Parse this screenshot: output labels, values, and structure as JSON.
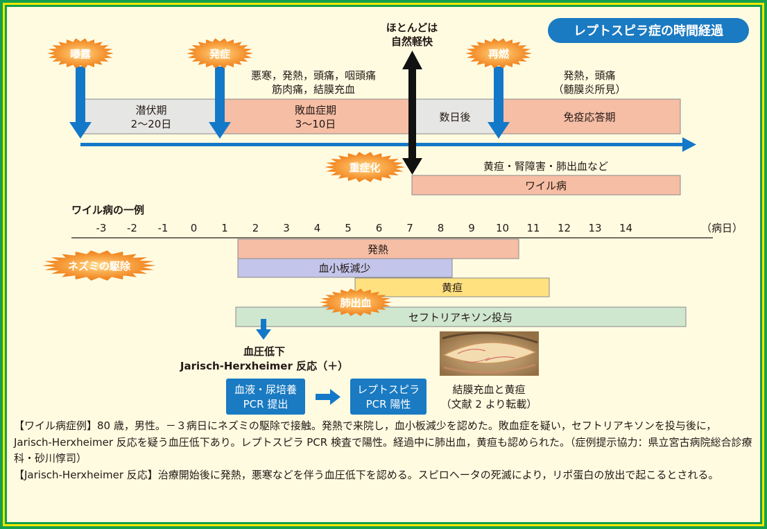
{
  "title": "レプトスピラ症の時間経過",
  "colors": {
    "border_green": "#14a04c",
    "border_yellow": "#f2e600",
    "background": "#fffbe1",
    "accent_blue": "#1478c8",
    "title_pill": "#1a7ac2",
    "sepsis_fill": "#f6bea5",
    "neutral_fill": "#e6e6e4",
    "thrombocytopenia_fill": "#c4c5ea",
    "jaundice_fill": "#ffe180",
    "antibiotic_fill": "#cfe6cf",
    "burst_orange": "#ef7d17"
  },
  "top_timeline": {
    "labels": {
      "exposure": "曝露",
      "onset": "発症",
      "relapse": "再燃",
      "severe": "重症化"
    },
    "symptoms_onset": [
      "悪寒，発熱，頭痛，咽頭痛",
      "筋肉痛，結膜充血"
    ],
    "spontaneous_recovery": [
      "ほとんどは",
      "自然軽快"
    ],
    "symptoms_relapse": [
      "発熱，頭痛",
      "（髄膜炎所見）"
    ],
    "incubation": [
      "潜伏期",
      "2〜20日"
    ],
    "septic_phase": [
      "敗血症期",
      "3〜10日"
    ],
    "days_later": "数日後",
    "immune_phase": "免疫応答期",
    "severe_symptoms": "黄疸・腎障害・肺出血など",
    "weil_disease": "ワイル病"
  },
  "case_timeline": {
    "heading": "ワイル病の一例",
    "day_ticks": [
      "-3",
      "-2",
      "-1",
      "0",
      "1",
      "2",
      "3",
      "4",
      "5",
      "6",
      "7",
      "8",
      "9",
      "10",
      "11",
      "12",
      "13",
      "14"
    ],
    "day_unit": "（病日）",
    "rat_extermination": "ネズミの駆除",
    "pulmonary_hemorrhage": "肺出血",
    "bars": {
      "fever": "発熱",
      "thrombocytopenia": "血小板減少",
      "jaundice": "黄疸",
      "ceftriaxone": "セフトリアキソン投与"
    },
    "hypotension": "血圧低下",
    "jarisch_reaction": "Jarisch-Herxheimer 反応（＋）",
    "test_box": [
      "血液・尿培養",
      "PCR 提出"
    ],
    "result_box": [
      "レプトスピラ",
      "PCR 陽性"
    ],
    "photo_caption": [
      "結膜充血と黄疸",
      "（文献 2 より転載）"
    ]
  },
  "caption": {
    "p1": "【ワイル病症例】80 歳，男性。－３病日にネズミの駆除で接触。発熱で来院し，血小板減少を認めた。敗血症を疑い，セフトリアキソンを投与後に，Jarisch-Herxheimer 反応を疑う血圧低下あり。レプトスピラ PCR 検査で陽性。経過中に肺出血，黄疸も認められた。（症例提示協力：県立宮古病院総合診療科・砂川惇司）",
    "p2": "【Jarisch-Herxheimer 反応】治療開始後に発熱，悪寒などを伴う血圧低下を認める。スピロヘータの死滅により，リポ蛋白の放出で起こるとされる。"
  }
}
